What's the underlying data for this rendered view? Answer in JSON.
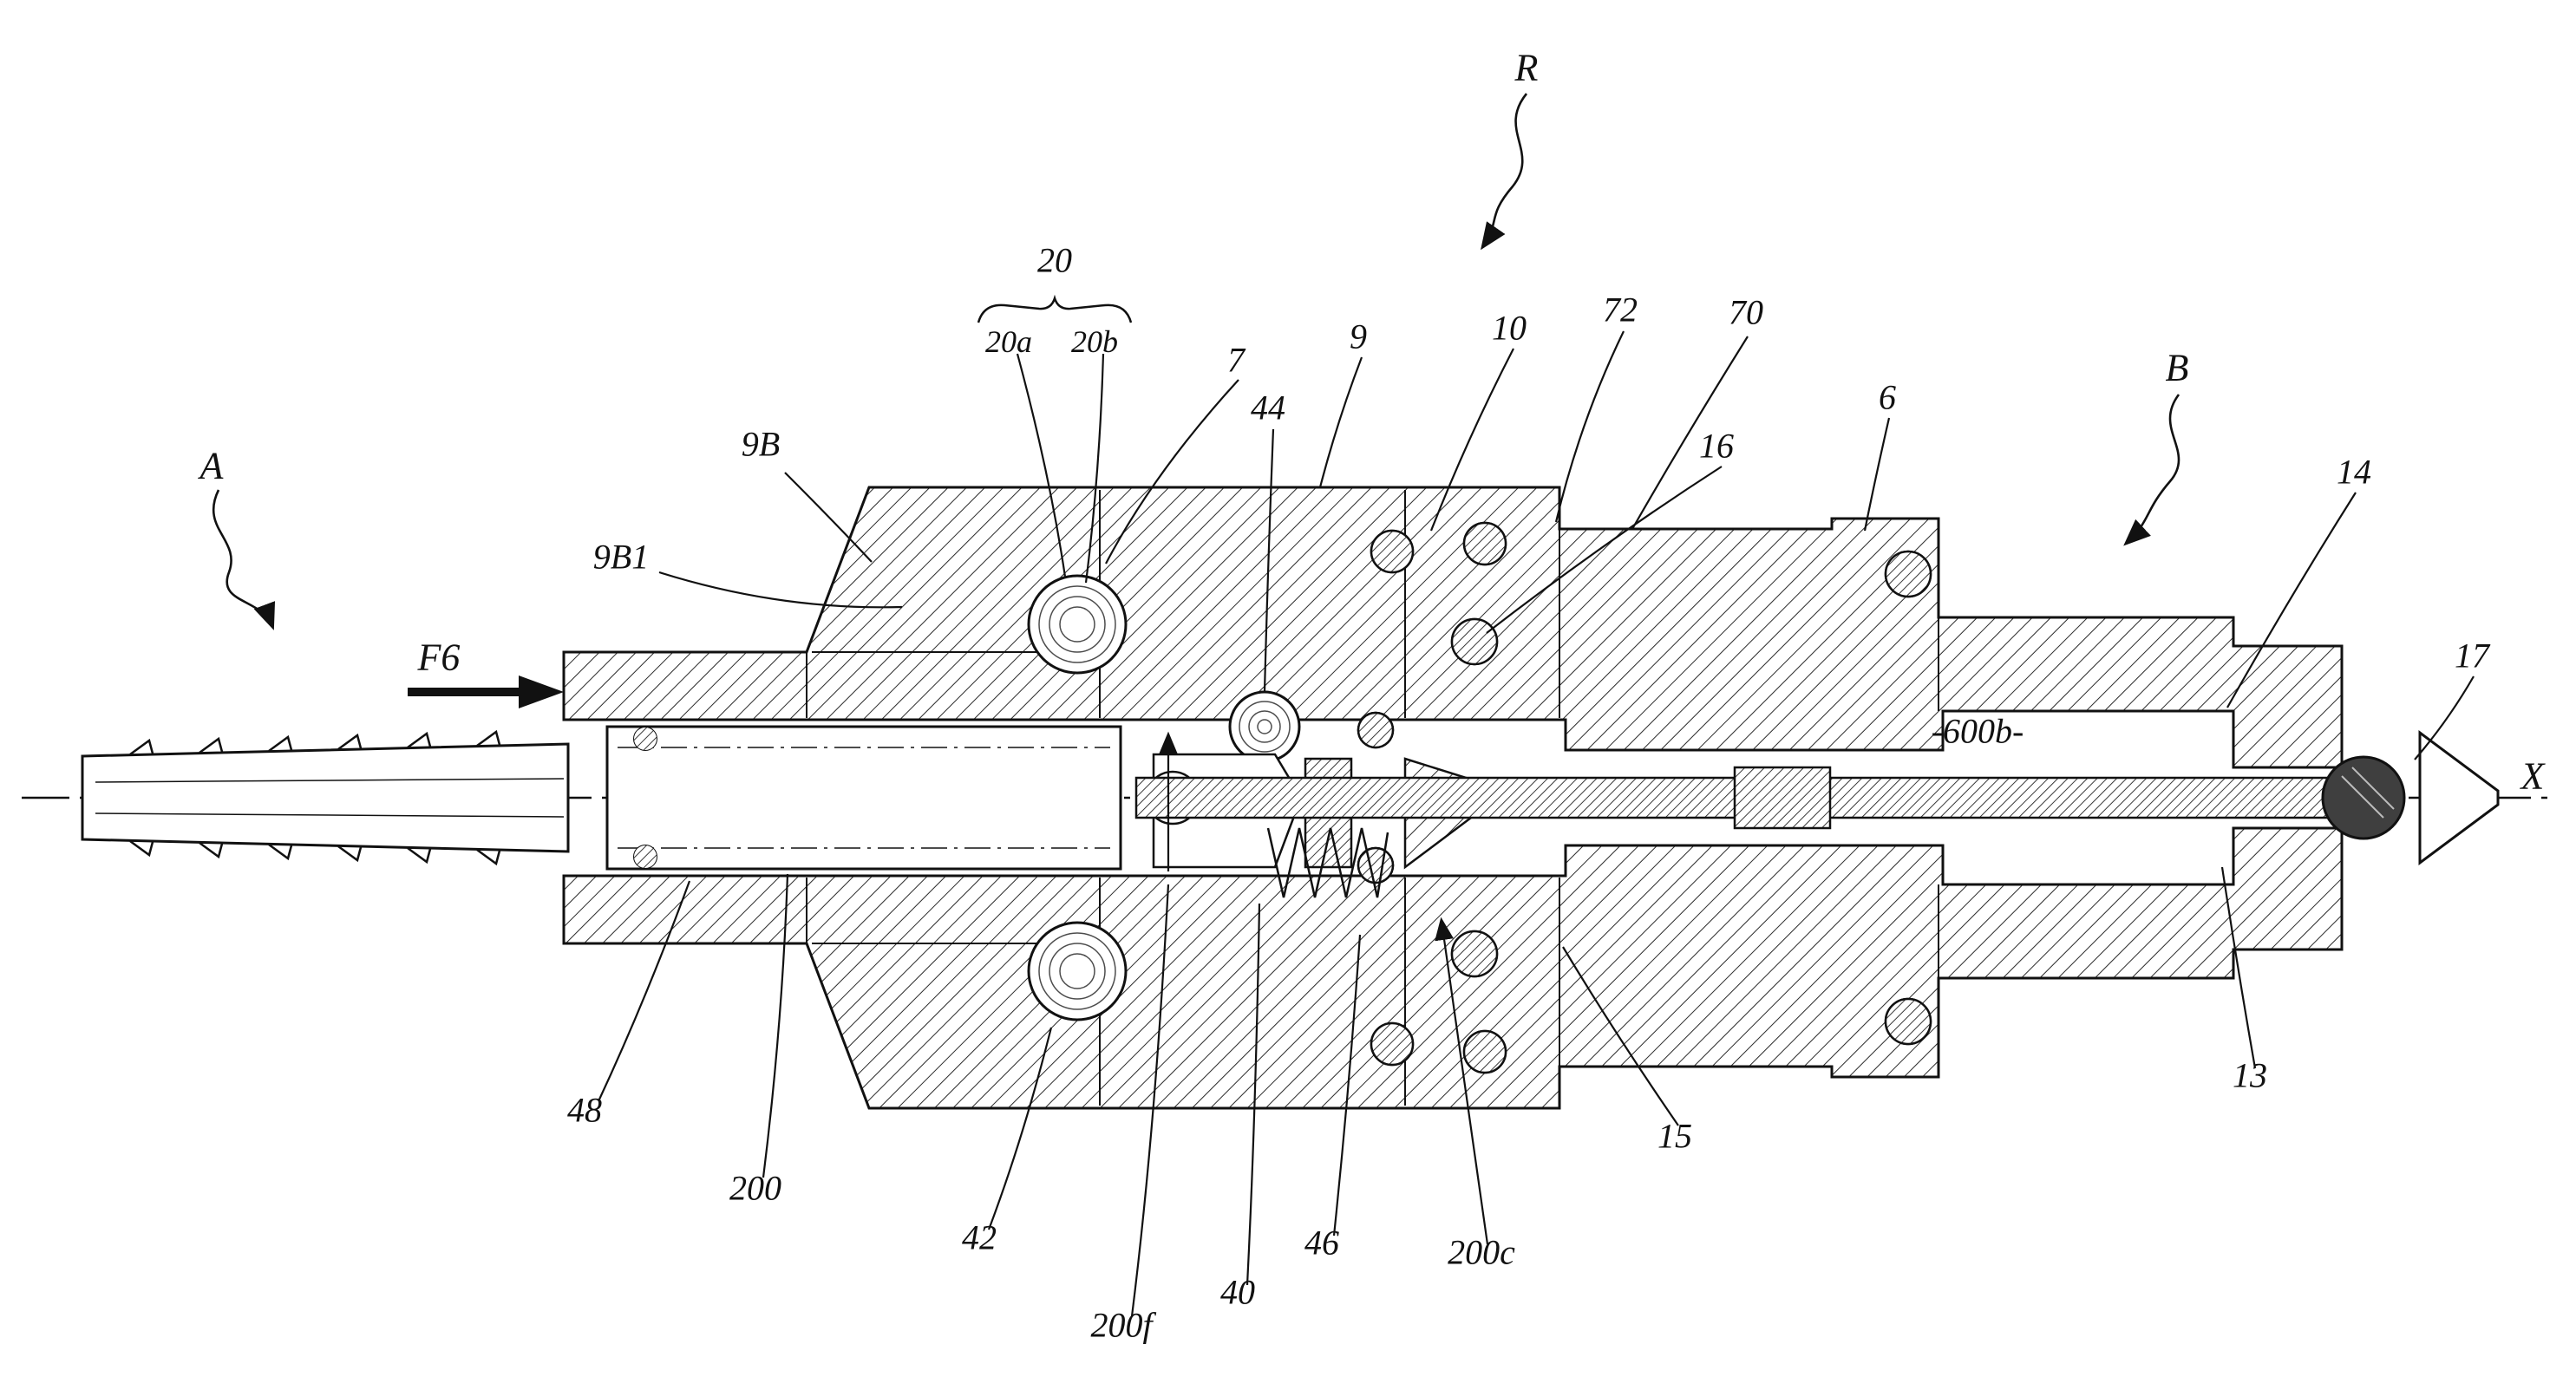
{
  "figure": {
    "type": "patent-cross-section-drawing",
    "axis_label": "X"
  },
  "colors": {
    "ink": "#111111",
    "background": "#ffffff"
  },
  "labels": {
    "a": "A",
    "b": "B",
    "r": "R",
    "x": "X",
    "f6": "F6",
    "n600b": "-600b-",
    "n6": "6",
    "n7": "7",
    "n9": "9",
    "n9b": "9B",
    "n9b1": "9B1",
    "n10": "10",
    "n13": "13",
    "n14": "14",
    "n15": "15",
    "n16": "16",
    "n17": "17",
    "n20": "20",
    "n20a": "20a",
    "n20b": "20b",
    "n40": "40",
    "n42": "42",
    "n44": "44",
    "n46": "46",
    "n48": "48",
    "n70": "70",
    "n72": "72",
    "n200": "200",
    "n200c": "200c",
    "n200f": "200f"
  }
}
